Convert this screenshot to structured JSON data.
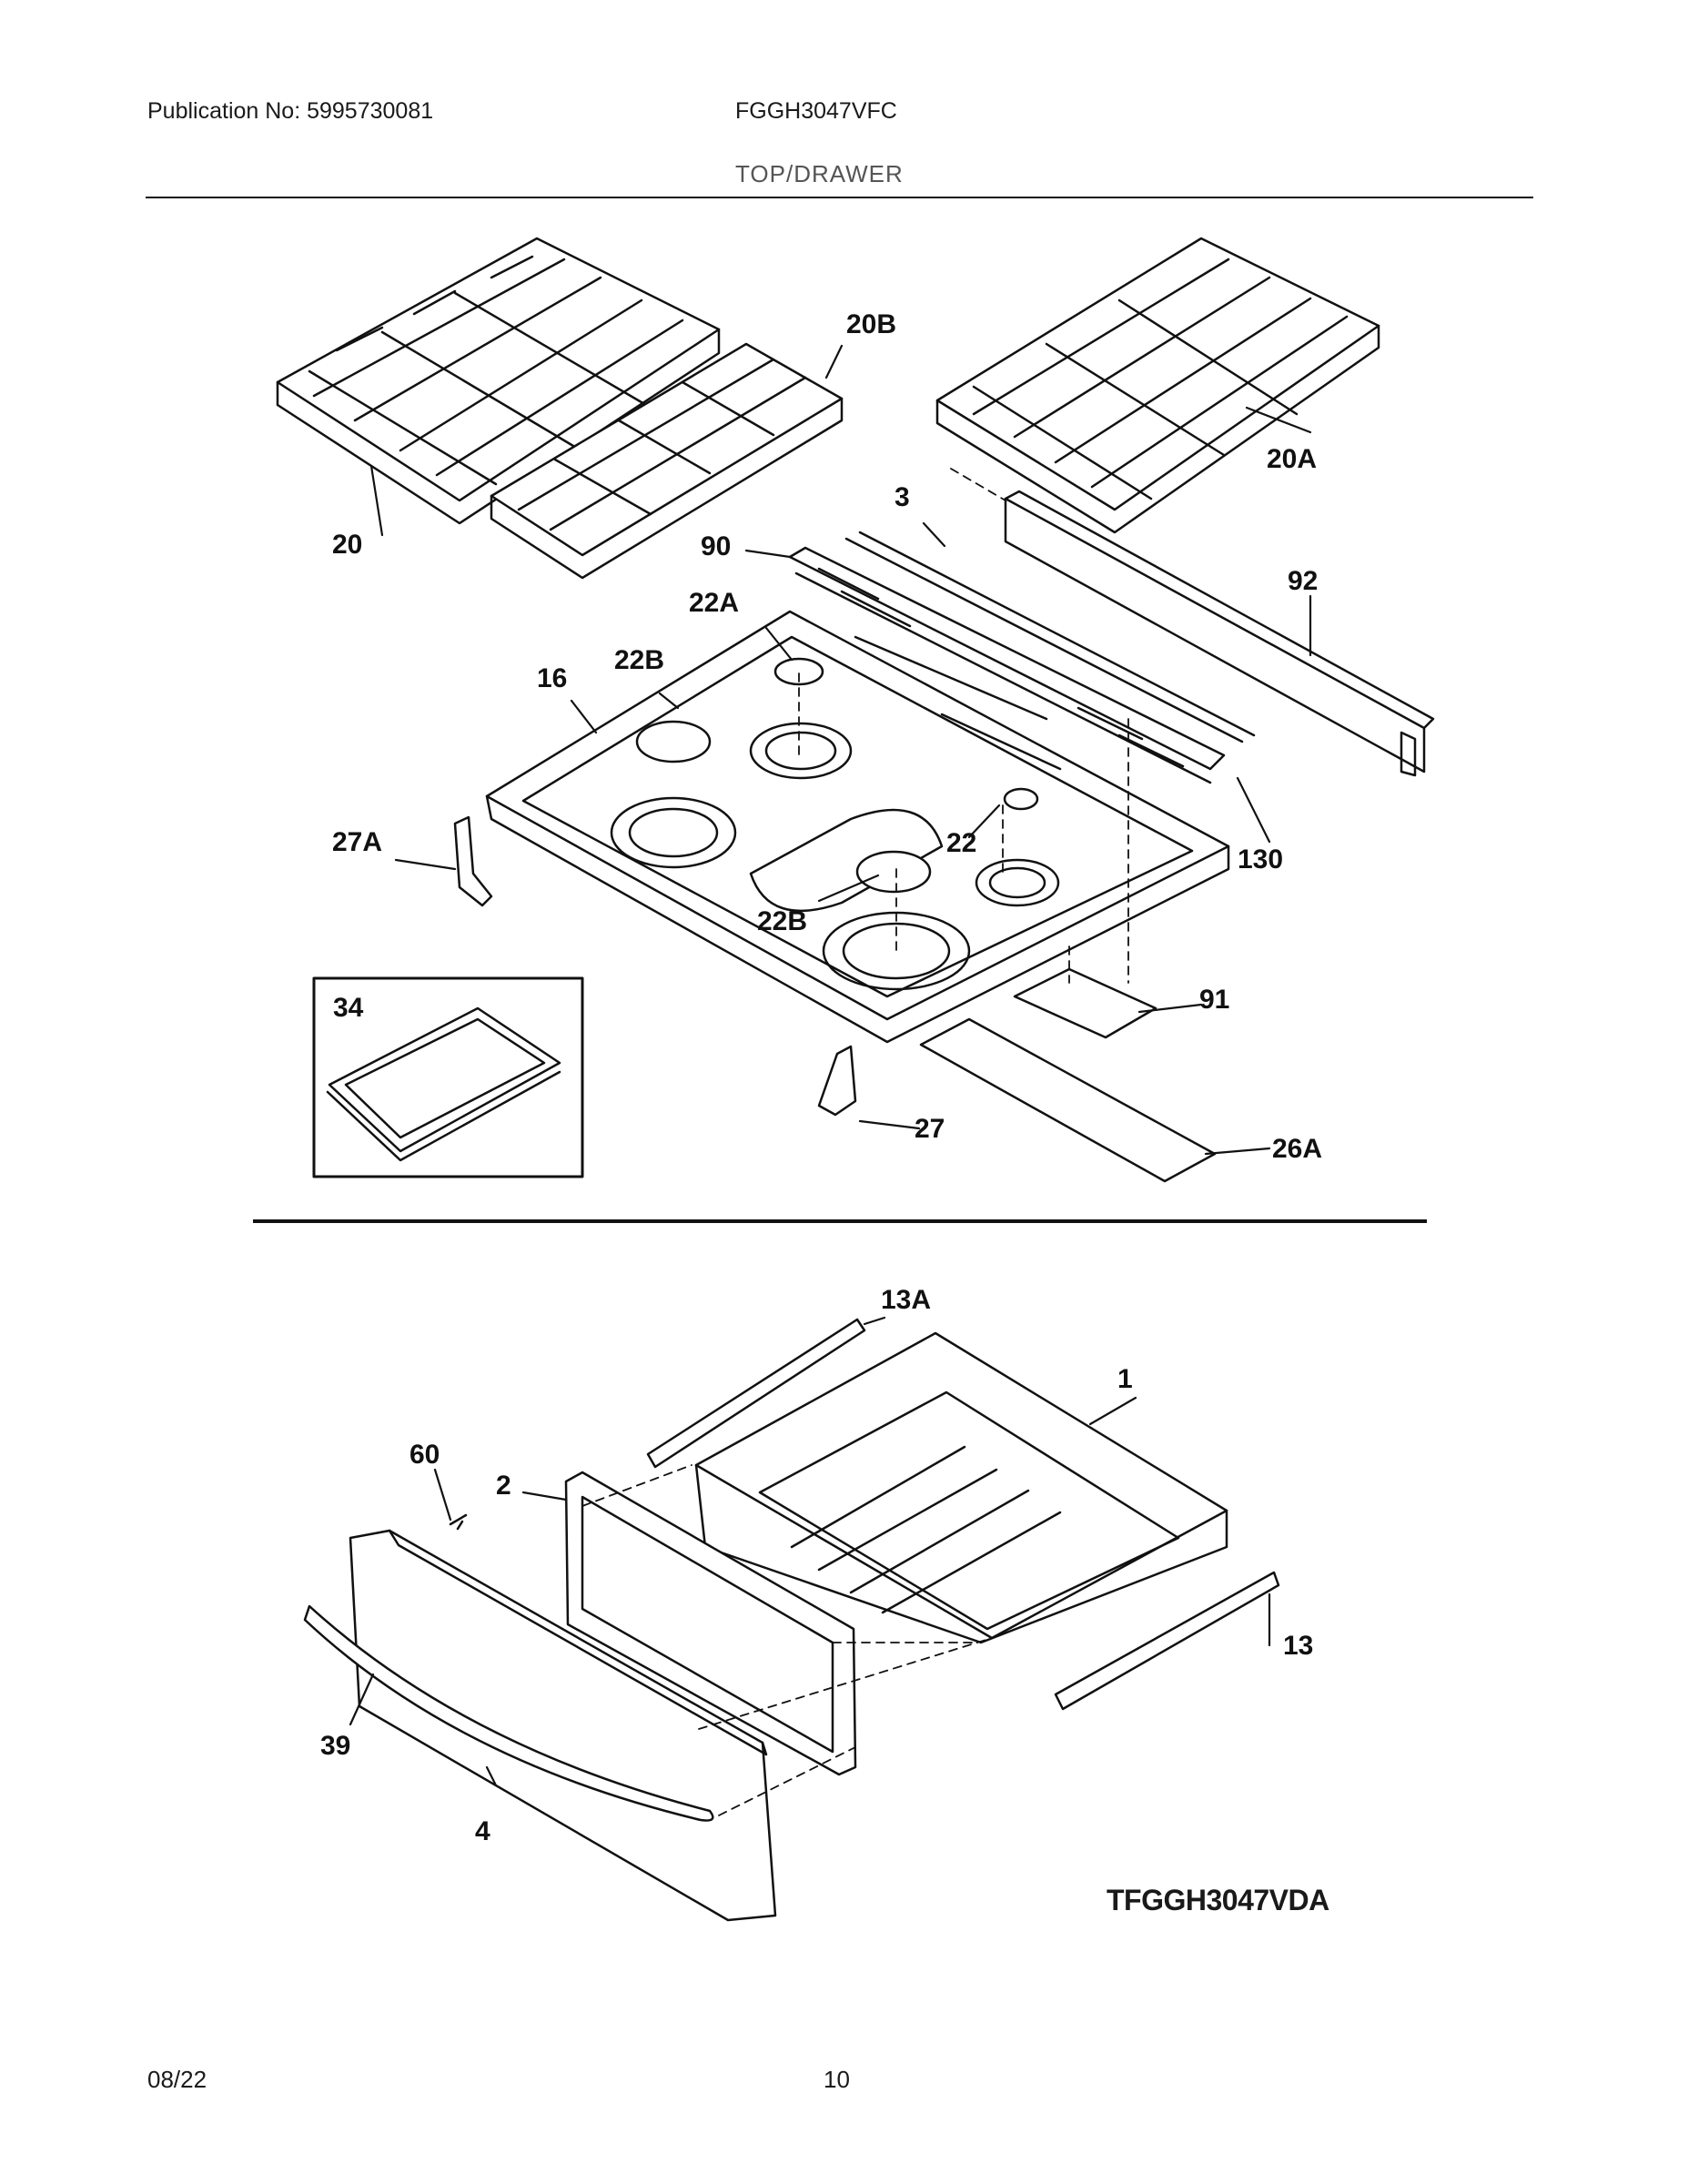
{
  "header": {
    "publication": "Publication No: 5995730081",
    "model": "FGGH3047VFC",
    "section_title": "TOP/DRAWER"
  },
  "top_callouts": [
    "20B",
    "20",
    "20A",
    "3",
    "90",
    "92",
    "22A",
    "16",
    "22B",
    "27A",
    "22",
    "130",
    "22B",
    "91",
    "34",
    "27",
    "26A"
  ],
  "bottom_callouts": [
    "13A",
    "1",
    "60",
    "2",
    "13",
    "39",
    "4"
  ],
  "diagram_id": "TFGGH3047VDA",
  "footer": {
    "date": "08/22",
    "page": "10"
  },
  "colors": {
    "line": "#111111",
    "paper": "#ffffff",
    "section_title": "#555555"
  }
}
